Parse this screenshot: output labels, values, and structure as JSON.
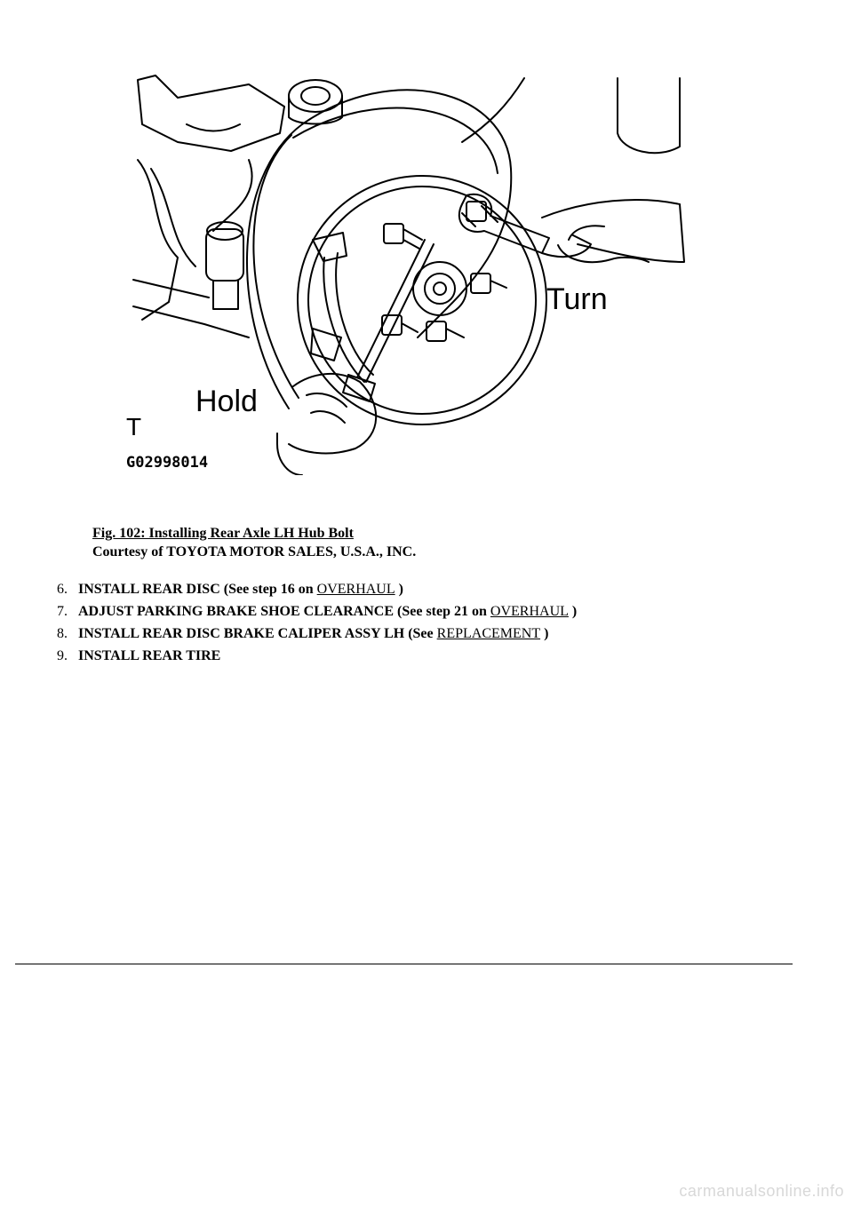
{
  "figure": {
    "label_hold": "Hold",
    "label_turn": "Turn",
    "label_t": "T",
    "code": "G02998014"
  },
  "caption": {
    "title": "Fig. 102: Installing Rear Axle LH Hub Bolt",
    "courtesy": "Courtesy of TOYOTA MOTOR SALES, U.S.A., INC."
  },
  "steps": [
    {
      "num": "6.",
      "text": "INSTALL REAR DISC (See step 16 on ",
      "link": "OVERHAUL",
      "after": " )"
    },
    {
      "num": "7.",
      "text": "ADJUST PARKING BRAKE SHOE CLEARANCE (See step 21 on ",
      "link": "OVERHAUL",
      "after": " )"
    },
    {
      "num": "8.",
      "text": "INSTALL REAR DISC BRAKE CALIPER ASSY LH (See ",
      "link": "REPLACEMENT",
      "after": " )"
    },
    {
      "num": "9.",
      "text": "INSTALL REAR TIRE",
      "link": "",
      "after": ""
    }
  ],
  "watermark": "carmanualsonline.info"
}
